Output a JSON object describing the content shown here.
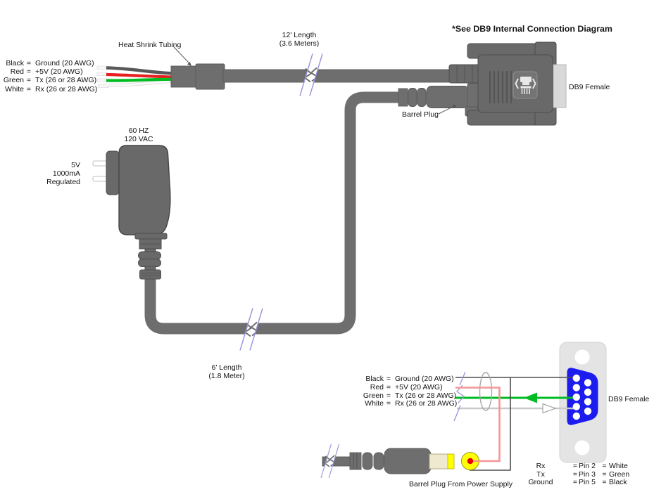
{
  "diagram_title": "*See DB9 Internal Connection Diagram",
  "labels": {
    "heat_shrink_tubing": "Heat Shrink Tubing",
    "cable12_length": "12' Length",
    "cable12_meters": "(3.6 Meters)",
    "db9_female_top": "DB9 Female",
    "barrel_plug": "Barrel Plug",
    "ps_freq": "60 HZ",
    "ps_volt": "120 VAC",
    "ps_out_v": "5V",
    "ps_out_ma": "1000mA",
    "ps_out_reg": "Regulated",
    "cable6_length": "6' Length",
    "cable6_meters": "(1.8 Meter)",
    "barrel_plug_ps": "Barrel Plug From Power Supply",
    "db9_female_bottom": "DB9 Female"
  },
  "wire_legend": {
    "rows": [
      {
        "name": "Black",
        "eq": "=",
        "signal": "Ground (20 AWG)"
      },
      {
        "name": "Red",
        "eq": "=",
        "signal": "+5V (20 AWG)"
      },
      {
        "name": "Green",
        "eq": "=",
        "signal": "Tx (26 or 28 AWG)"
      },
      {
        "name": "White",
        "eq": "=",
        "signal": "Rx (26 or 28 AWG)"
      }
    ]
  },
  "pin_table": {
    "rows": [
      {
        "signal": "Rx",
        "eq1": "=",
        "pin": "Pin 2",
        "eq2": "=",
        "color": "White"
      },
      {
        "signal": "Tx",
        "eq1": "=",
        "pin": "Pin 3",
        "eq2": "=",
        "color": "Green"
      },
      {
        "signal": "Ground",
        "eq1": "=",
        "pin": "Pin 5",
        "eq2": "=",
        "color": "Black"
      }
    ]
  },
  "colors": {
    "cable_gray": "#6e6e6e",
    "connector_gray": "#696969",
    "face_plate": "#d9d9d9",
    "db9_blue": "#1c1cee",
    "barrel_yellow": "#ffff00",
    "tip_cream": "#efe9cf",
    "wire_black": "#4d4d4d",
    "wire_red": "#e62020",
    "wire_red_light": "#f59595",
    "wire_green": "#00bb22",
    "wire_white": "#c9c9c9",
    "break_blue": "#9595dd",
    "red_dot": "#e60000"
  }
}
